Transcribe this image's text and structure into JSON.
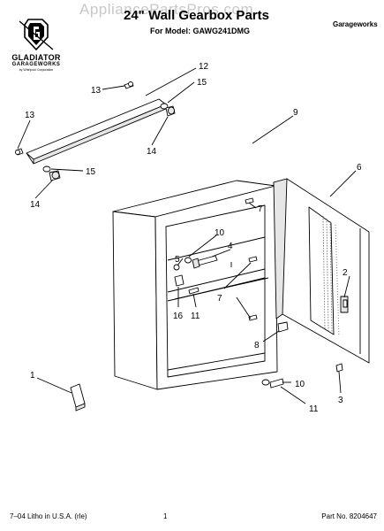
{
  "header": {
    "watermark": "AppliancePartsPros.com",
    "title": "24\" Wall Gearbox Parts",
    "model": "For Model: GAWG241DMG",
    "category": "Garageworks"
  },
  "brand": {
    "name": "GLADIATOR",
    "sub": "GARAGEWORKS",
    "tiny": "by Whirlpool Corporation"
  },
  "callouts": {
    "c1": "1",
    "c2": "2",
    "c3": "3",
    "c4": "4",
    "c5": "5",
    "c6": "6",
    "c7a": "7",
    "c7b": "7",
    "c8": "8",
    "c9": "9",
    "c10a": "10",
    "c10b": "10",
    "c11a": "11",
    "c11b": "11",
    "c12": "12",
    "c13a": "13",
    "c13b": "13",
    "c14a": "14",
    "c14b": "14",
    "c15a": "15",
    "c15b": "15",
    "c16": "16"
  },
  "footer": {
    "left": "7–04 Litho in U.S.A. (rle)",
    "page": "1",
    "part_no": "Part No. 8204647"
  },
  "colors": {
    "line": "#000000",
    "shade": "#e6e6e6",
    "dots": "#777777"
  }
}
